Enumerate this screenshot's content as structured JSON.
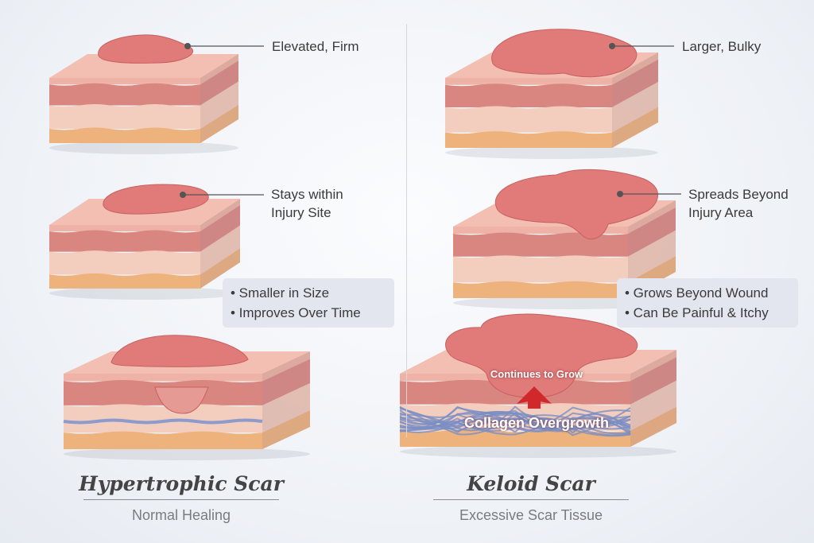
{
  "hypertrophic": {
    "title": "Hypertrophic Scar",
    "subtitle": "Normal Healing",
    "callouts": [
      "Elevated, Firm",
      "Stays within",
      "Injury Site"
    ],
    "bullets": [
      "• Smaller in Size",
      "• Improves Over Time"
    ]
  },
  "keloid": {
    "title": "Keloid Scar",
    "subtitle": "Excessive Scar Tissue",
    "callouts": [
      "Larger, Bulky",
      "Spreads Beyond",
      "Injury Area"
    ],
    "bullets": [
      "• Grows Beyond Wound",
      "• Can Be Painful & Itchy"
    ],
    "inner_labels": [
      "Continues to Grow",
      "Collagen Overgrowth"
    ]
  },
  "colors": {
    "epidermis": "#eeb3a6",
    "dermis": "#d98580",
    "lower": "#f3cdbd",
    "fat": "#eeb27c",
    "scar": "#e07b7a",
    "collagen": "#7b8fc4"
  }
}
